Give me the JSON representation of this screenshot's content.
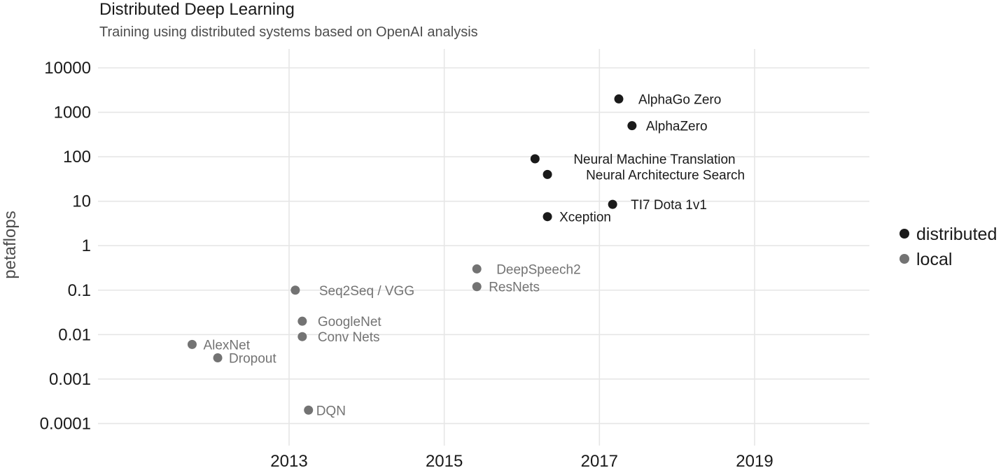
{
  "chart_data": {
    "type": "scatter",
    "title": "Distributed Deep Learning",
    "subtitle": "Training using distributed systems based on OpenAI analysis",
    "xlabel": "",
    "ylabel": "petaflops",
    "y_scale": "log10",
    "ylim": [
      0.0001,
      10000
    ],
    "xlim": [
      2010.6,
      2020.5
    ],
    "x_ticks": [
      "2013",
      "2015",
      "2017",
      "2019"
    ],
    "y_ticks": [
      "10000",
      "1000",
      "100",
      "10",
      "1",
      "0.1",
      "0.01",
      "0.001",
      "0.0001"
    ],
    "grid": true,
    "legend": {
      "position": "right",
      "entries": [
        {
          "name": "distributed",
          "color": "#1a1a1a"
        },
        {
          "name": "local",
          "color": "#737373"
        }
      ]
    },
    "points": [
      {
        "label": "AlphaGo Zero",
        "x": 2017.25,
        "y": 2000,
        "group": "distributed"
      },
      {
        "label": "AlphaZero",
        "x": 2017.42,
        "y": 500,
        "group": "distributed"
      },
      {
        "label": "Neural Machine Translation",
        "x": 2016.17,
        "y": 90,
        "group": "distributed"
      },
      {
        "label": "Neural Architecture Search",
        "x": 2016.33,
        "y": 40,
        "group": "distributed"
      },
      {
        "label": "TI7 Dota 1v1",
        "x": 2017.17,
        "y": 8.5,
        "group": "distributed"
      },
      {
        "label": "Xception",
        "x": 2016.33,
        "y": 4.5,
        "group": "distributed"
      },
      {
        "label": "DeepSpeech2",
        "x": 2015.42,
        "y": 0.3,
        "group": "local"
      },
      {
        "label": "ResNets",
        "x": 2015.42,
        "y": 0.12,
        "group": "local"
      },
      {
        "label": "Seq2Seq / VGG",
        "x": 2013.08,
        "y": 0.1,
        "group": "local"
      },
      {
        "label": "GoogleNet",
        "x": 2013.17,
        "y": 0.02,
        "group": "local"
      },
      {
        "label": "Conv Nets",
        "x": 2013.17,
        "y": 0.009,
        "group": "local"
      },
      {
        "label": "AlexNet",
        "x": 2011.75,
        "y": 0.006,
        "group": "local"
      },
      {
        "label": "Dropout",
        "x": 2012.08,
        "y": 0.003,
        "group": "local"
      },
      {
        "label": "DQN",
        "x": 2013.25,
        "y": 0.0002,
        "group": "local"
      }
    ]
  }
}
